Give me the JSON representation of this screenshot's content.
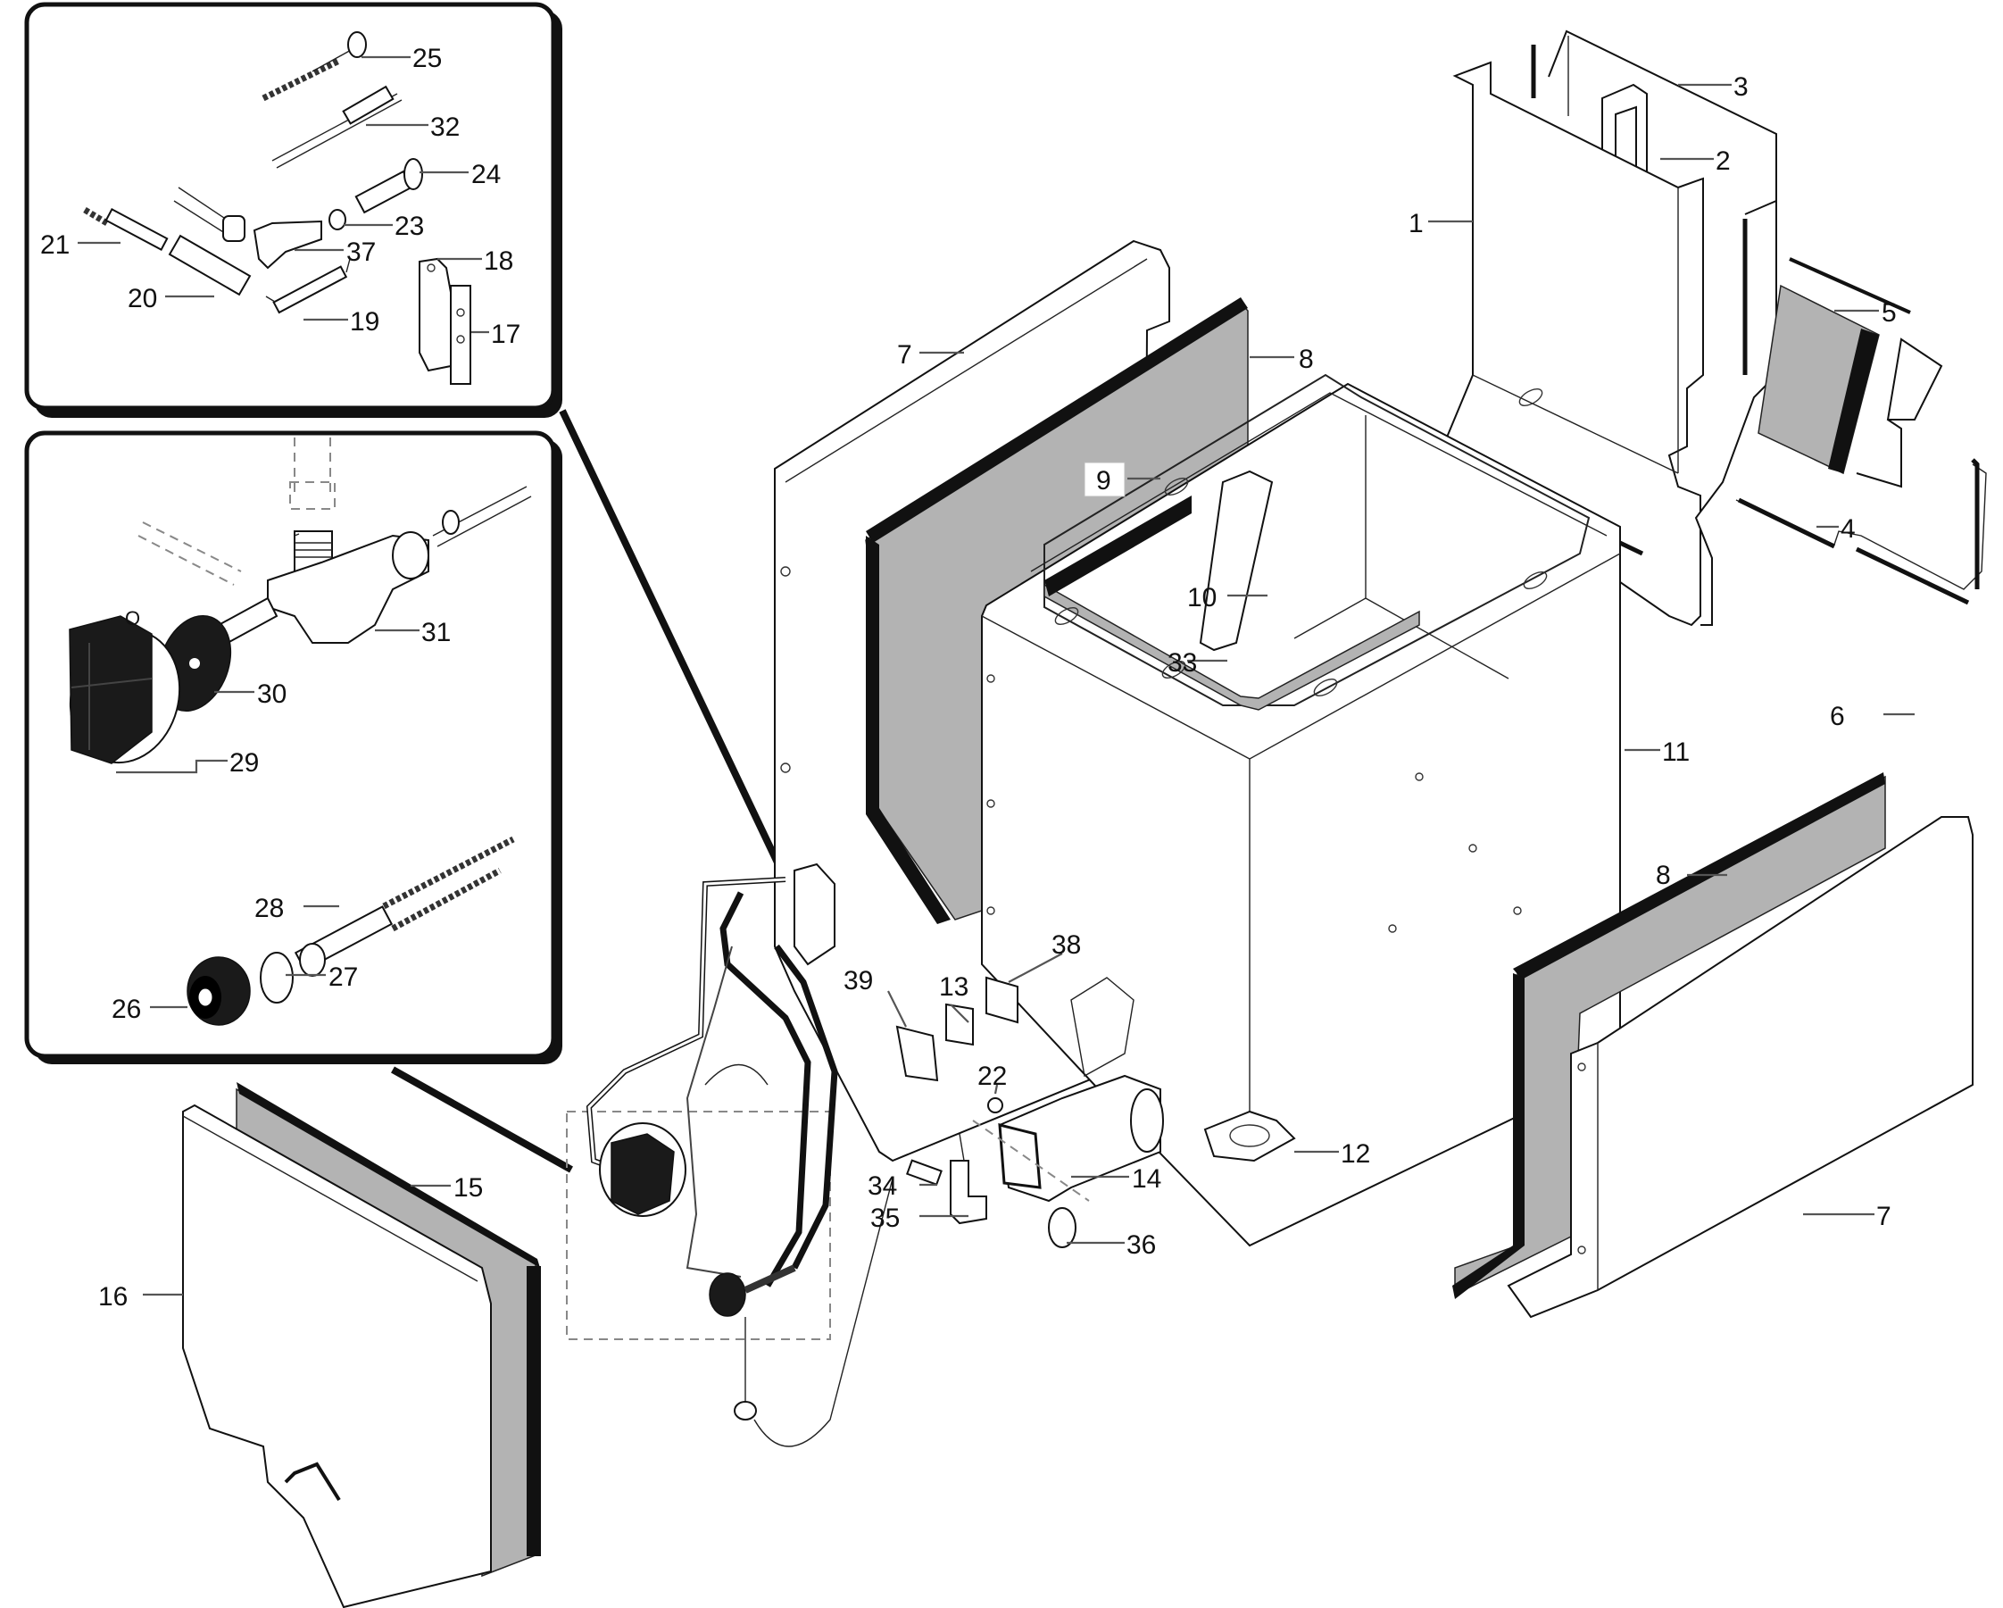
{
  "title": "Exploded parts diagram",
  "insets": [
    {
      "name": "ignition-parts-inset",
      "parts": [
        "17",
        "18",
        "19",
        "20",
        "21",
        "23",
        "24",
        "25",
        "32",
        "37"
      ]
    },
    {
      "name": "gas-valve-inset",
      "parts": [
        "26",
        "27",
        "28",
        "29",
        "30",
        "31"
      ]
    }
  ],
  "labels": [
    {
      "id": "1",
      "text": "1",
      "part": "upper-flue-hood"
    },
    {
      "id": "2",
      "text": "2",
      "part": "flue-bracket"
    },
    {
      "id": "3",
      "text": "3",
      "part": "flue-duct-rear"
    },
    {
      "id": "4",
      "text": "4",
      "part": "flue-insulation"
    },
    {
      "id": "5",
      "text": "5",
      "part": "flue-side-strip"
    },
    {
      "id": "6",
      "text": "6",
      "part": "flue-side-panel"
    },
    {
      "id": "7a",
      "text": "7",
      "part": "outer-panel-left"
    },
    {
      "id": "8a",
      "text": "8",
      "part": "insulation-panel-left"
    },
    {
      "id": "9",
      "text": "9",
      "part": "top-frame"
    },
    {
      "id": "10",
      "text": "10",
      "part": "internal-baffle"
    },
    {
      "id": "11",
      "text": "11",
      "part": "cabinet-body"
    },
    {
      "id": "12",
      "text": "12",
      "part": "mounting-gasket"
    },
    {
      "id": "13",
      "text": "13",
      "part": "sight-glass"
    },
    {
      "id": "14",
      "text": "14",
      "part": "burner-assembly"
    },
    {
      "id": "15",
      "text": "15",
      "part": "front-insulation"
    },
    {
      "id": "16",
      "text": "16",
      "part": "front-panel"
    },
    {
      "id": "8b",
      "text": "8",
      "part": "insulation-panel-right"
    },
    {
      "id": "7b",
      "text": "7",
      "part": "outer-panel-right"
    },
    {
      "id": "17",
      "text": "17",
      "part": "electrode-bracket"
    },
    {
      "id": "18",
      "text": "18",
      "part": "bracket-clip"
    },
    {
      "id": "19",
      "text": "19",
      "part": "electrode"
    },
    {
      "id": "20",
      "text": "20",
      "part": "pilot-tube"
    },
    {
      "id": "21",
      "text": "21",
      "part": "thermocouple"
    },
    {
      "id": "22",
      "text": "22",
      "part": "injector-nut"
    },
    {
      "id": "23",
      "text": "23",
      "part": "nut"
    },
    {
      "id": "24",
      "text": "24",
      "part": "pilot-injector"
    },
    {
      "id": "25",
      "text": "25",
      "part": "ignition-lead"
    },
    {
      "id": "26",
      "text": "26",
      "part": "piezo-cap"
    },
    {
      "id": "27",
      "text": "27",
      "part": "washer"
    },
    {
      "id": "28",
      "text": "28",
      "part": "piezo-igniter"
    },
    {
      "id": "29",
      "text": "29",
      "part": "control-knob"
    },
    {
      "id": "30",
      "text": "30",
      "part": "knob-gasket"
    },
    {
      "id": "31",
      "text": "31",
      "part": "gas-valve"
    },
    {
      "id": "32",
      "text": "32",
      "part": "thermocouple-lead"
    },
    {
      "id": "33",
      "text": "33",
      "part": "top-seal"
    },
    {
      "id": "34",
      "text": "34",
      "part": "injector"
    },
    {
      "id": "35",
      "text": "35",
      "part": "elbow-fitting"
    },
    {
      "id": "36",
      "text": "36",
      "part": "burner-flange"
    },
    {
      "id": "37",
      "text": "37",
      "part": "pilot-elbow"
    },
    {
      "id": "38",
      "text": "38",
      "part": "sight-glass-frame"
    },
    {
      "id": "39",
      "text": "39",
      "part": "sight-glass-clip"
    }
  ],
  "colors": {
    "line": "#111111",
    "insulation": "#b3b3b3",
    "leader": "#555555",
    "background": "#ffffff"
  }
}
